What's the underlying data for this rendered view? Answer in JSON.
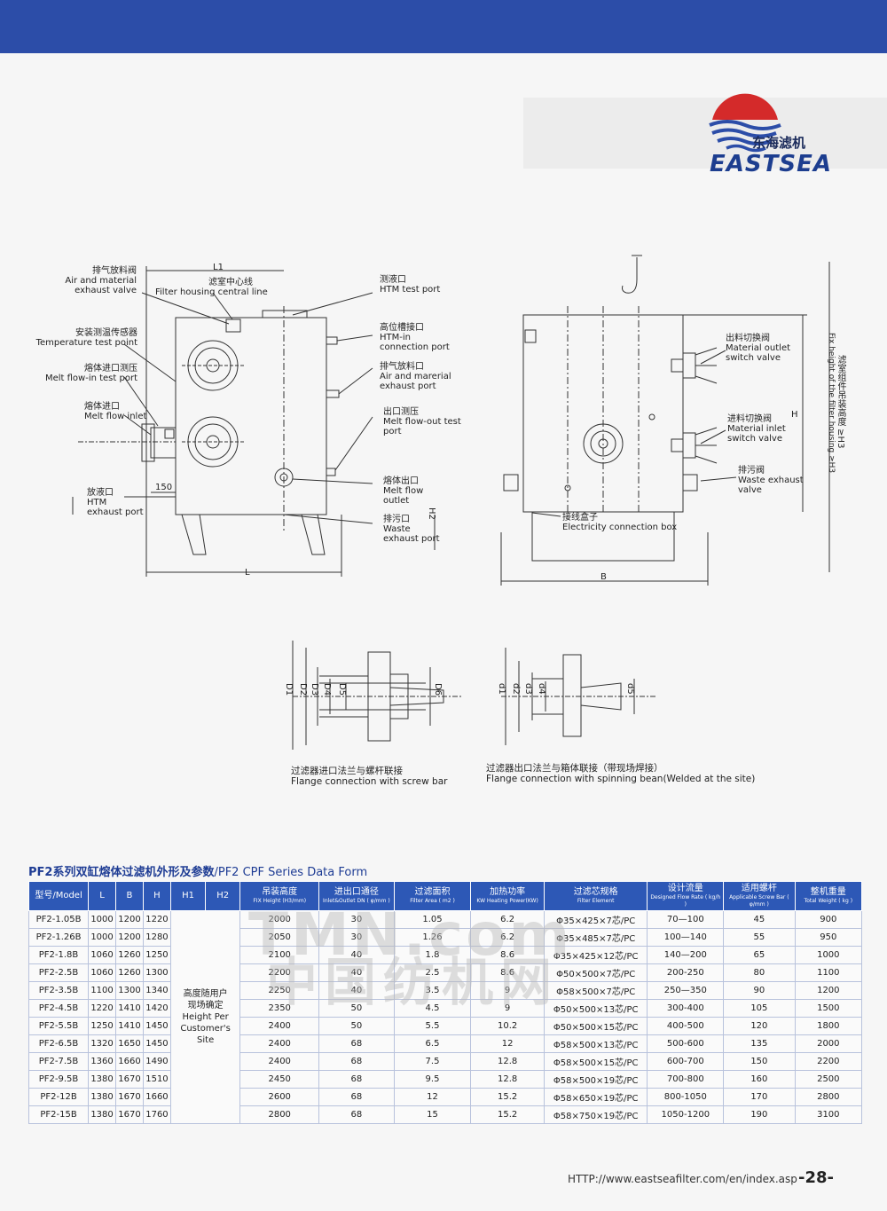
{
  "header": {
    "brand_cn": "东海滤机",
    "brand_en": "EASTSEA"
  },
  "colors": {
    "accent": "#2c4da8",
    "table_header": "#2d58b6",
    "title": "#1e3c94"
  },
  "drawing_left": {
    "labels": {
      "l1": "L1",
      "exhaust_cn": "排气放料阀",
      "exhaust_en1": "Air and material",
      "exhaust_en2": "exhaust valve",
      "center_cn": "滤室中心线",
      "center_en": "Filter housing central line",
      "temp_cn": "安装测温传感器",
      "temp_en": "Temperature test point",
      "inlet_test_cn": "熔体进口测压",
      "inlet_test_en": "Melt flow-in  test port",
      "inlet_cn": "熔体进口",
      "inlet_en": "Melt flow inlet",
      "drain_cn": "放液口",
      "drain_en1": "HTM",
      "drain_en2": "exhaust port",
      "dim150": "150",
      "test_cn": "测液口",
      "test_en": "HTM test port",
      "high_cn": "高位槽接口",
      "high_en1": "HTM-in",
      "high_en2": "connection port",
      "vent_cn": "排气放料口",
      "vent_en1": "Air and marerial",
      "vent_en2": "exhaust port",
      "out_test_cn": "出口测压",
      "out_test_en1": "Melt flow-out test",
      "out_test_en2": "port",
      "outlet_cn": "熔体出口",
      "outlet_en1": "Melt flow",
      "outlet_en2": "outlet",
      "waste_cn": "排污口",
      "waste_en1": "Waste",
      "waste_en2": "exhaust port",
      "h2": "H2",
      "l": "L"
    }
  },
  "drawing_right": {
    "labels": {
      "out_valve_cn": "出料切换阀",
      "out_valve_en1": "Material outlet",
      "out_valve_en2": "switch valve",
      "in_valve_cn": "进料切换阀",
      "in_valve_en1": "Material inlet",
      "in_valve_en2": "switch valve",
      "waste_cn": "排污阀",
      "waste_en1": "Waste exhaust",
      "waste_en2": "valve",
      "box_cn": "接线盒子",
      "box_en": "Electricity connection box",
      "b": "B",
      "h": "H",
      "h3_cn": "滤室组件吊装高度 ≥H3",
      "h3_en": "Fix height of the filter housing ≥H3"
    }
  },
  "flanges": {
    "left_labels": [
      "D1",
      "D2",
      "D3",
      "D4",
      "D5",
      "D6"
    ],
    "right_labels": [
      "d1",
      "d2",
      "d3",
      "d4",
      "d5"
    ],
    "left_cap_cn": "过滤器进口法兰与螺杆联接",
    "left_cap_en": "Flange connection with screw bar",
    "right_cap_cn": "过滤器出口法兰与箱体联接（带现场焊接）",
    "right_cap_en": "Flange connection with spinning bean(Welded at the site)"
  },
  "table": {
    "title_cn": "PF2系列双缸熔体过滤机外形及参数",
    "title_en": "/PF2 CPF Series Data Form",
    "headers": [
      {
        "cn": "型号/Model",
        "en": ""
      },
      {
        "cn": "L",
        "en": ""
      },
      {
        "cn": "B",
        "en": ""
      },
      {
        "cn": "H",
        "en": ""
      },
      {
        "cn": "H1",
        "en": ""
      },
      {
        "cn": "H2",
        "en": ""
      },
      {
        "cn": "吊装高度",
        "en": "FIX Height (H3/mm)"
      },
      {
        "cn": "进出口通径",
        "en": "Inlet&Outlet DN ( φ/mm )"
      },
      {
        "cn": "过滤面积",
        "en": "Filter Area ( m2 )"
      },
      {
        "cn": "加热功率",
        "en": "KW Heating Power(KW)"
      },
      {
        "cn": "过滤芯规格",
        "en": "Filter Element"
      },
      {
        "cn": "设计流量",
        "en": "Designed Flow Rate ( kg/h )"
      },
      {
        "cn": "适用螺杆",
        "en": "Applicable Screw Bar ( φ/mm )"
      },
      {
        "cn": "整机重量",
        "en": "Total Weight ( kg )"
      }
    ],
    "merged_h1h2": {
      "cn1": "高度随用户",
      "cn2": "现场确定",
      "en1": "Height Per",
      "en2": "Customer's",
      "en3": "Site"
    },
    "rows": [
      [
        "PF2-1.05B",
        "1000",
        "1200",
        "1220",
        "2000",
        "30",
        "1.05",
        "6.2",
        "Φ35×425×7芯/PC",
        "70—100",
        "45",
        "900"
      ],
      [
        "PF2-1.26B",
        "1000",
        "1200",
        "1280",
        "2050",
        "30",
        "1.26",
        "6.2",
        "Φ35×485×7芯/PC",
        "100—140",
        "55",
        "950"
      ],
      [
        "PF2-1.8B",
        "1060",
        "1260",
        "1250",
        "2100",
        "40",
        "1.8",
        "8.6",
        "Φ35×425×12芯/PC",
        "140—200",
        "65",
        "1000"
      ],
      [
        "PF2-2.5B",
        "1060",
        "1260",
        "1300",
        "2200",
        "40",
        "2.5",
        "8.6",
        "Φ50×500×7芯/PC",
        "200-250",
        "80",
        "1100"
      ],
      [
        "PF2-3.5B",
        "1100",
        "1300",
        "1340",
        "2250",
        "40",
        "3.5",
        "9",
        "Φ58×500×7芯/PC",
        "250—350",
        "90",
        "1200"
      ],
      [
        "PF2-4.5B",
        "1220",
        "1410",
        "1420",
        "2350",
        "50",
        "4.5",
        "9",
        "Φ50×500×13芯/PC",
        "300-400",
        "105",
        "1500"
      ],
      [
        "PF2-5.5B",
        "1250",
        "1410",
        "1450",
        "2400",
        "50",
        "5.5",
        "10.2",
        "Φ50×500×15芯/PC",
        "400-500",
        "120",
        "1800"
      ],
      [
        "PF2-6.5B",
        "1320",
        "1650",
        "1450",
        "2400",
        "68",
        "6.5",
        "12",
        "Φ58×500×13芯/PC",
        "500-600",
        "135",
        "2000"
      ],
      [
        "PF2-7.5B",
        "1360",
        "1660",
        "1490",
        "2400",
        "68",
        "7.5",
        "12.8",
        "Φ58×500×15芯/PC",
        "600-700",
        "150",
        "2200"
      ],
      [
        "PF2-9.5B",
        "1380",
        "1670",
        "1510",
        "2450",
        "68",
        "9.5",
        "12.8",
        "Φ58×500×19芯/PC",
        "700-800",
        "160",
        "2500"
      ],
      [
        "PF2-12B",
        "1380",
        "1670",
        "1660",
        "2600",
        "68",
        "12",
        "15.2",
        "Φ58×650×19芯/PC",
        "800-1050",
        "170",
        "2800"
      ],
      [
        "PF2-15B",
        "1380",
        "1670",
        "1760",
        "2800",
        "68",
        "15",
        "15.2",
        "Φ58×750×19芯/PC",
        "1050-1200",
        "190",
        "3100"
      ]
    ]
  },
  "watermark": {
    "line1": "TMN.com",
    "line2": "中国纺机网"
  },
  "footer": {
    "url": "HTTP://www.eastseafilter.com/en/index.asp",
    "page": "-28-"
  }
}
